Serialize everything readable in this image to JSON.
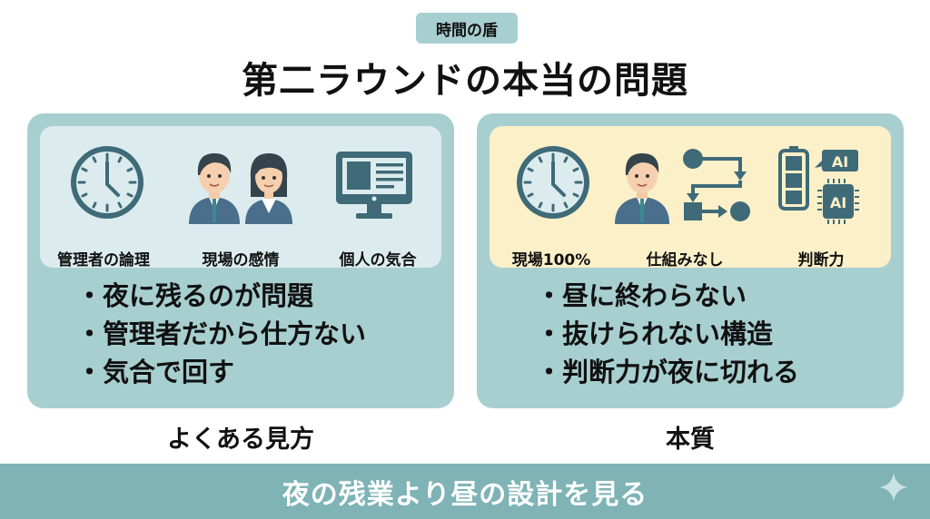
{
  "header": {
    "tag": "時間の盾",
    "title": "第二ラウンドの本当の問題"
  },
  "left_panel": {
    "icons": [
      {
        "icon": "clock-icon",
        "label": "管理者の論理"
      },
      {
        "icon": "people-icon",
        "label": "現場の感情"
      },
      {
        "icon": "monitor-icon",
        "label": "個人の気合"
      }
    ],
    "bullets": [
      "夜に残るのが問題",
      "管理者だから仕方ない",
      "気合で回す"
    ],
    "caption": "よくある見方"
  },
  "right_panel": {
    "icons": [
      {
        "icon": "clock-icon",
        "label": "現場100%"
      },
      {
        "icon": "person-flow-icon",
        "label": "仕組みなし"
      },
      {
        "icon": "battery-ai-icon",
        "label": "判断力"
      }
    ],
    "bullets": [
      "昼に終わらない",
      "抜けられない構造",
      "判断力が夜に切れる"
    ],
    "caption": "本質",
    "ai_text": "AI"
  },
  "footer": {
    "message": "夜の残業より昼の設計を見る"
  },
  "colors": {
    "teal_panel": "#a8cfd0",
    "left_inner": "#dcecee",
    "right_inner": "#fbf0c8",
    "band": "#7fb3b6",
    "icon_dark": "#3f6a78"
  }
}
